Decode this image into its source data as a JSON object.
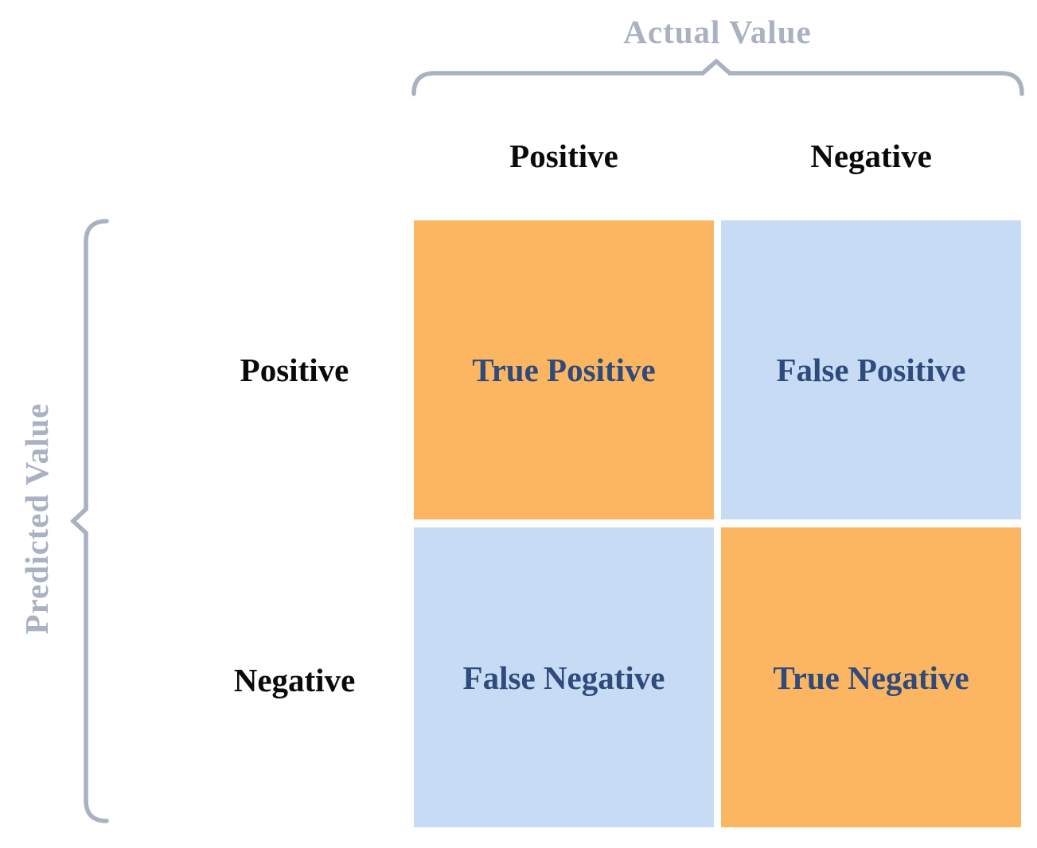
{
  "axis_labels": {
    "top": "Actual Value",
    "left": "Predicted Value"
  },
  "column_headers": [
    "Positive",
    "Negative"
  ],
  "row_headers": [
    "Positive",
    "Negative"
  ],
  "matrix": {
    "cells": [
      {
        "label": "True Positive",
        "variant": "orange",
        "row": "Positive",
        "column": "Positive"
      },
      {
        "label": "False Positive",
        "variant": "blue",
        "row": "Positive",
        "column": "Negative"
      },
      {
        "label": "False Negative",
        "variant": "blue",
        "row": "Negative",
        "column": "Positive"
      },
      {
        "label": "True Negative",
        "variant": "orange",
        "row": "Negative",
        "column": "Negative"
      }
    ]
  },
  "colors": {
    "orange_cell": "#FCB662",
    "blue_cell": "#C7DCF4",
    "cell_text": "#2F4B7C",
    "header_text": "#0A0A0A",
    "axis_label_and_brace": "#A9B1C2",
    "background": "#FFFFFF"
  }
}
